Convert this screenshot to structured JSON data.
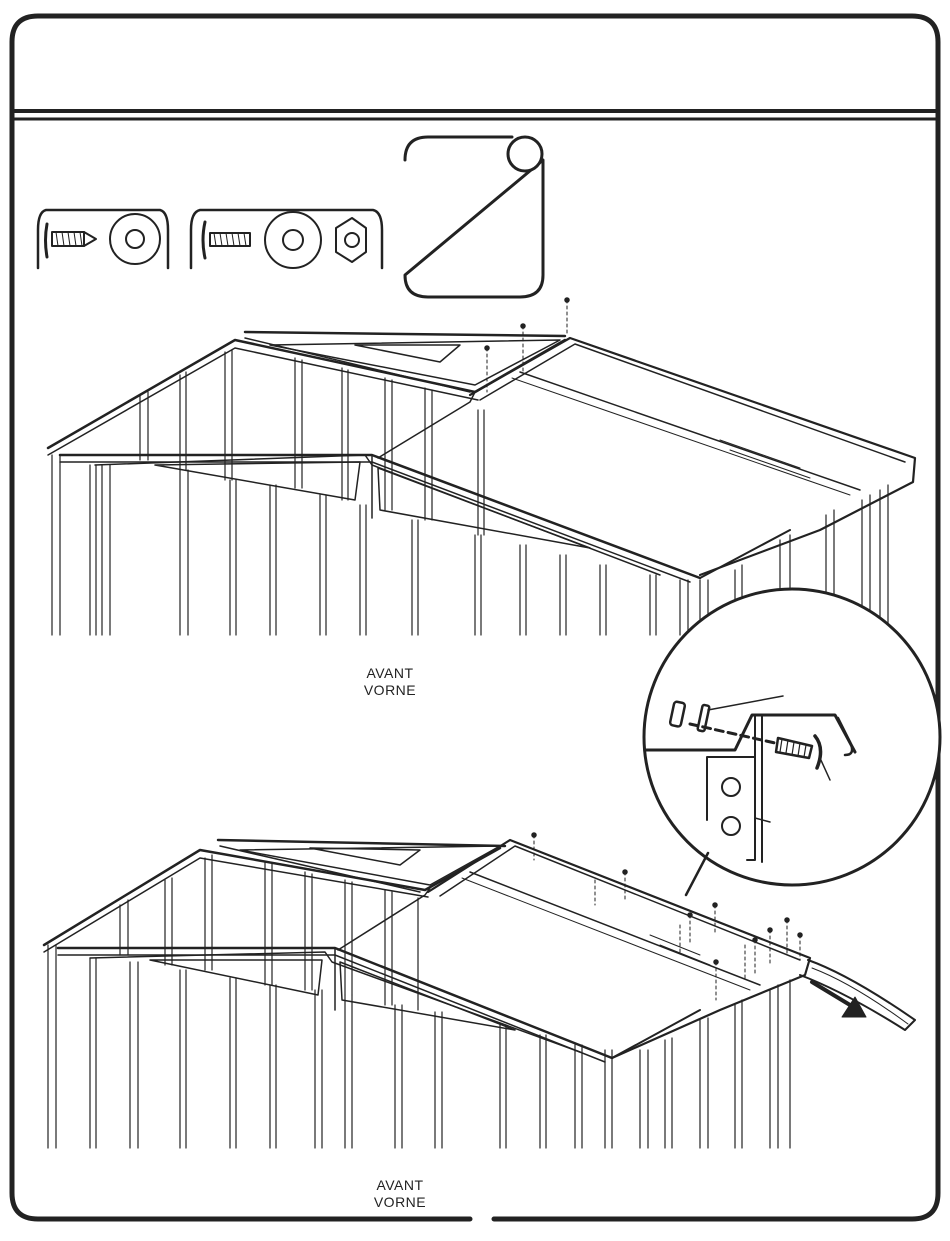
{
  "labels": {
    "top_front_fr": "AVANT",
    "top_front_de": "VORNE",
    "bottom_front_fr": "AVANT",
    "bottom_front_de": "VORNE"
  },
  "icons": {
    "hardware_kit_1": "tapping-screw-and-washer-icon",
    "hardware_kit_2": "bolt-washer-and-nut-icon",
    "parts_box": "parts-box-icon",
    "slide_arrow": "arrow-down-right-icon"
  },
  "colors": {
    "ink": "#222222",
    "paper": "#ffffff"
  }
}
